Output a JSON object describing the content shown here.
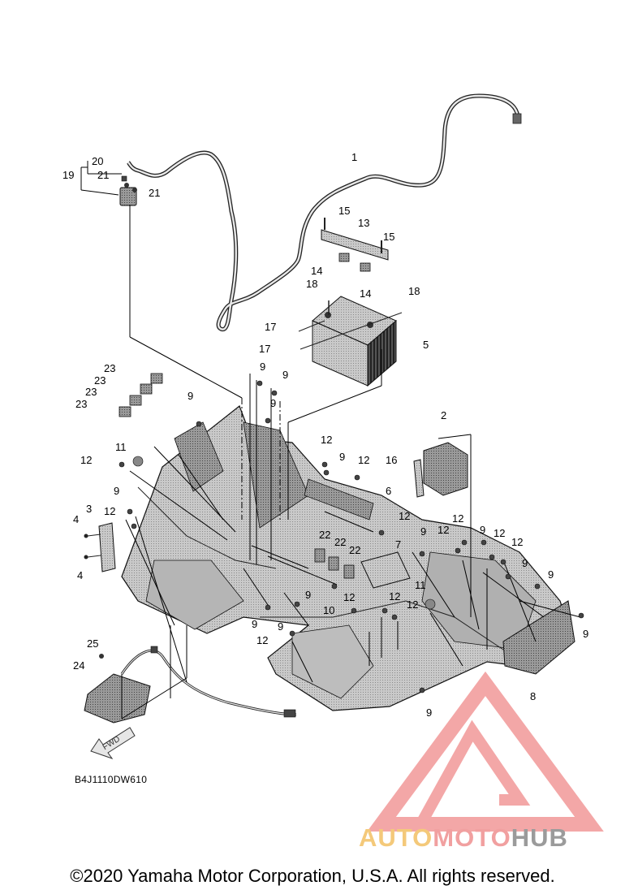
{
  "diagram_code": "B4J1110DW610",
  "fwd_label": "FWD",
  "callouts": [
    {
      "id": "c1",
      "text": "1"
    },
    {
      "id": "c2",
      "text": "2"
    },
    {
      "id": "c3",
      "text": "3"
    },
    {
      "id": "c4a",
      "text": "4"
    },
    {
      "id": "c4b",
      "text": "4"
    },
    {
      "id": "c5",
      "text": "5"
    },
    {
      "id": "c6",
      "text": "6"
    },
    {
      "id": "c7",
      "text": "7"
    },
    {
      "id": "c8",
      "text": "8"
    },
    {
      "id": "c9a",
      "text": "9"
    },
    {
      "id": "c9b",
      "text": "9"
    },
    {
      "id": "c9c",
      "text": "9"
    },
    {
      "id": "c9d",
      "text": "9"
    },
    {
      "id": "c9e",
      "text": "9"
    },
    {
      "id": "c9f",
      "text": "9"
    },
    {
      "id": "c9g",
      "text": "9"
    },
    {
      "id": "c9h",
      "text": "9"
    },
    {
      "id": "c9i",
      "text": "9"
    },
    {
      "id": "c9j",
      "text": "9"
    },
    {
      "id": "c9k",
      "text": "9"
    },
    {
      "id": "c9l",
      "text": "9"
    },
    {
      "id": "c9m",
      "text": "9"
    },
    {
      "id": "c9n",
      "text": "9"
    },
    {
      "id": "c9o",
      "text": "9"
    },
    {
      "id": "c9p",
      "text": "9"
    },
    {
      "id": "c10",
      "text": "10"
    },
    {
      "id": "c11a",
      "text": "11"
    },
    {
      "id": "c11b",
      "text": "11"
    },
    {
      "id": "c12a",
      "text": "12"
    },
    {
      "id": "c12b",
      "text": "12"
    },
    {
      "id": "c12c",
      "text": "12"
    },
    {
      "id": "c12d",
      "text": "12"
    },
    {
      "id": "c12e",
      "text": "12"
    },
    {
      "id": "c12f",
      "text": "12"
    },
    {
      "id": "c12g",
      "text": "12"
    },
    {
      "id": "c12h",
      "text": "12"
    },
    {
      "id": "c12i",
      "text": "12"
    },
    {
      "id": "c12j",
      "text": "12"
    },
    {
      "id": "c12k",
      "text": "12"
    },
    {
      "id": "c12l",
      "text": "12"
    },
    {
      "id": "c12m",
      "text": "12"
    },
    {
      "id": "c13",
      "text": "13"
    },
    {
      "id": "c14a",
      "text": "14"
    },
    {
      "id": "c14b",
      "text": "14"
    },
    {
      "id": "c15a",
      "text": "15"
    },
    {
      "id": "c15b",
      "text": "15"
    },
    {
      "id": "c16",
      "text": "16"
    },
    {
      "id": "c17a",
      "text": "17"
    },
    {
      "id": "c17b",
      "text": "17"
    },
    {
      "id": "c18a",
      "text": "18"
    },
    {
      "id": "c18b",
      "text": "18"
    },
    {
      "id": "c19",
      "text": "19"
    },
    {
      "id": "c20",
      "text": "20"
    },
    {
      "id": "c21a",
      "text": "21"
    },
    {
      "id": "c21b",
      "text": "21"
    },
    {
      "id": "c22a",
      "text": "22"
    },
    {
      "id": "c22b",
      "text": "22"
    },
    {
      "id": "c22c",
      "text": "22"
    },
    {
      "id": "c23a",
      "text": "23"
    },
    {
      "id": "c23b",
      "text": "23"
    },
    {
      "id": "c23c",
      "text": "23"
    },
    {
      "id": "c23d",
      "text": "23"
    },
    {
      "id": "c24",
      "text": "24"
    },
    {
      "id": "c25",
      "text": "25"
    }
  ],
  "watermark": {
    "part1": "AUTO",
    "part2": "MOTO",
    "part3": "HUB",
    "colors": {
      "auto": "#f4c97a",
      "moto": "#f1a0a0",
      "hub": "#9b9b9b",
      "logo": "#f08a8a"
    }
  },
  "copyright": "©2020 Yamaha Motor Corporation, U.S.A. All rights reserved."
}
